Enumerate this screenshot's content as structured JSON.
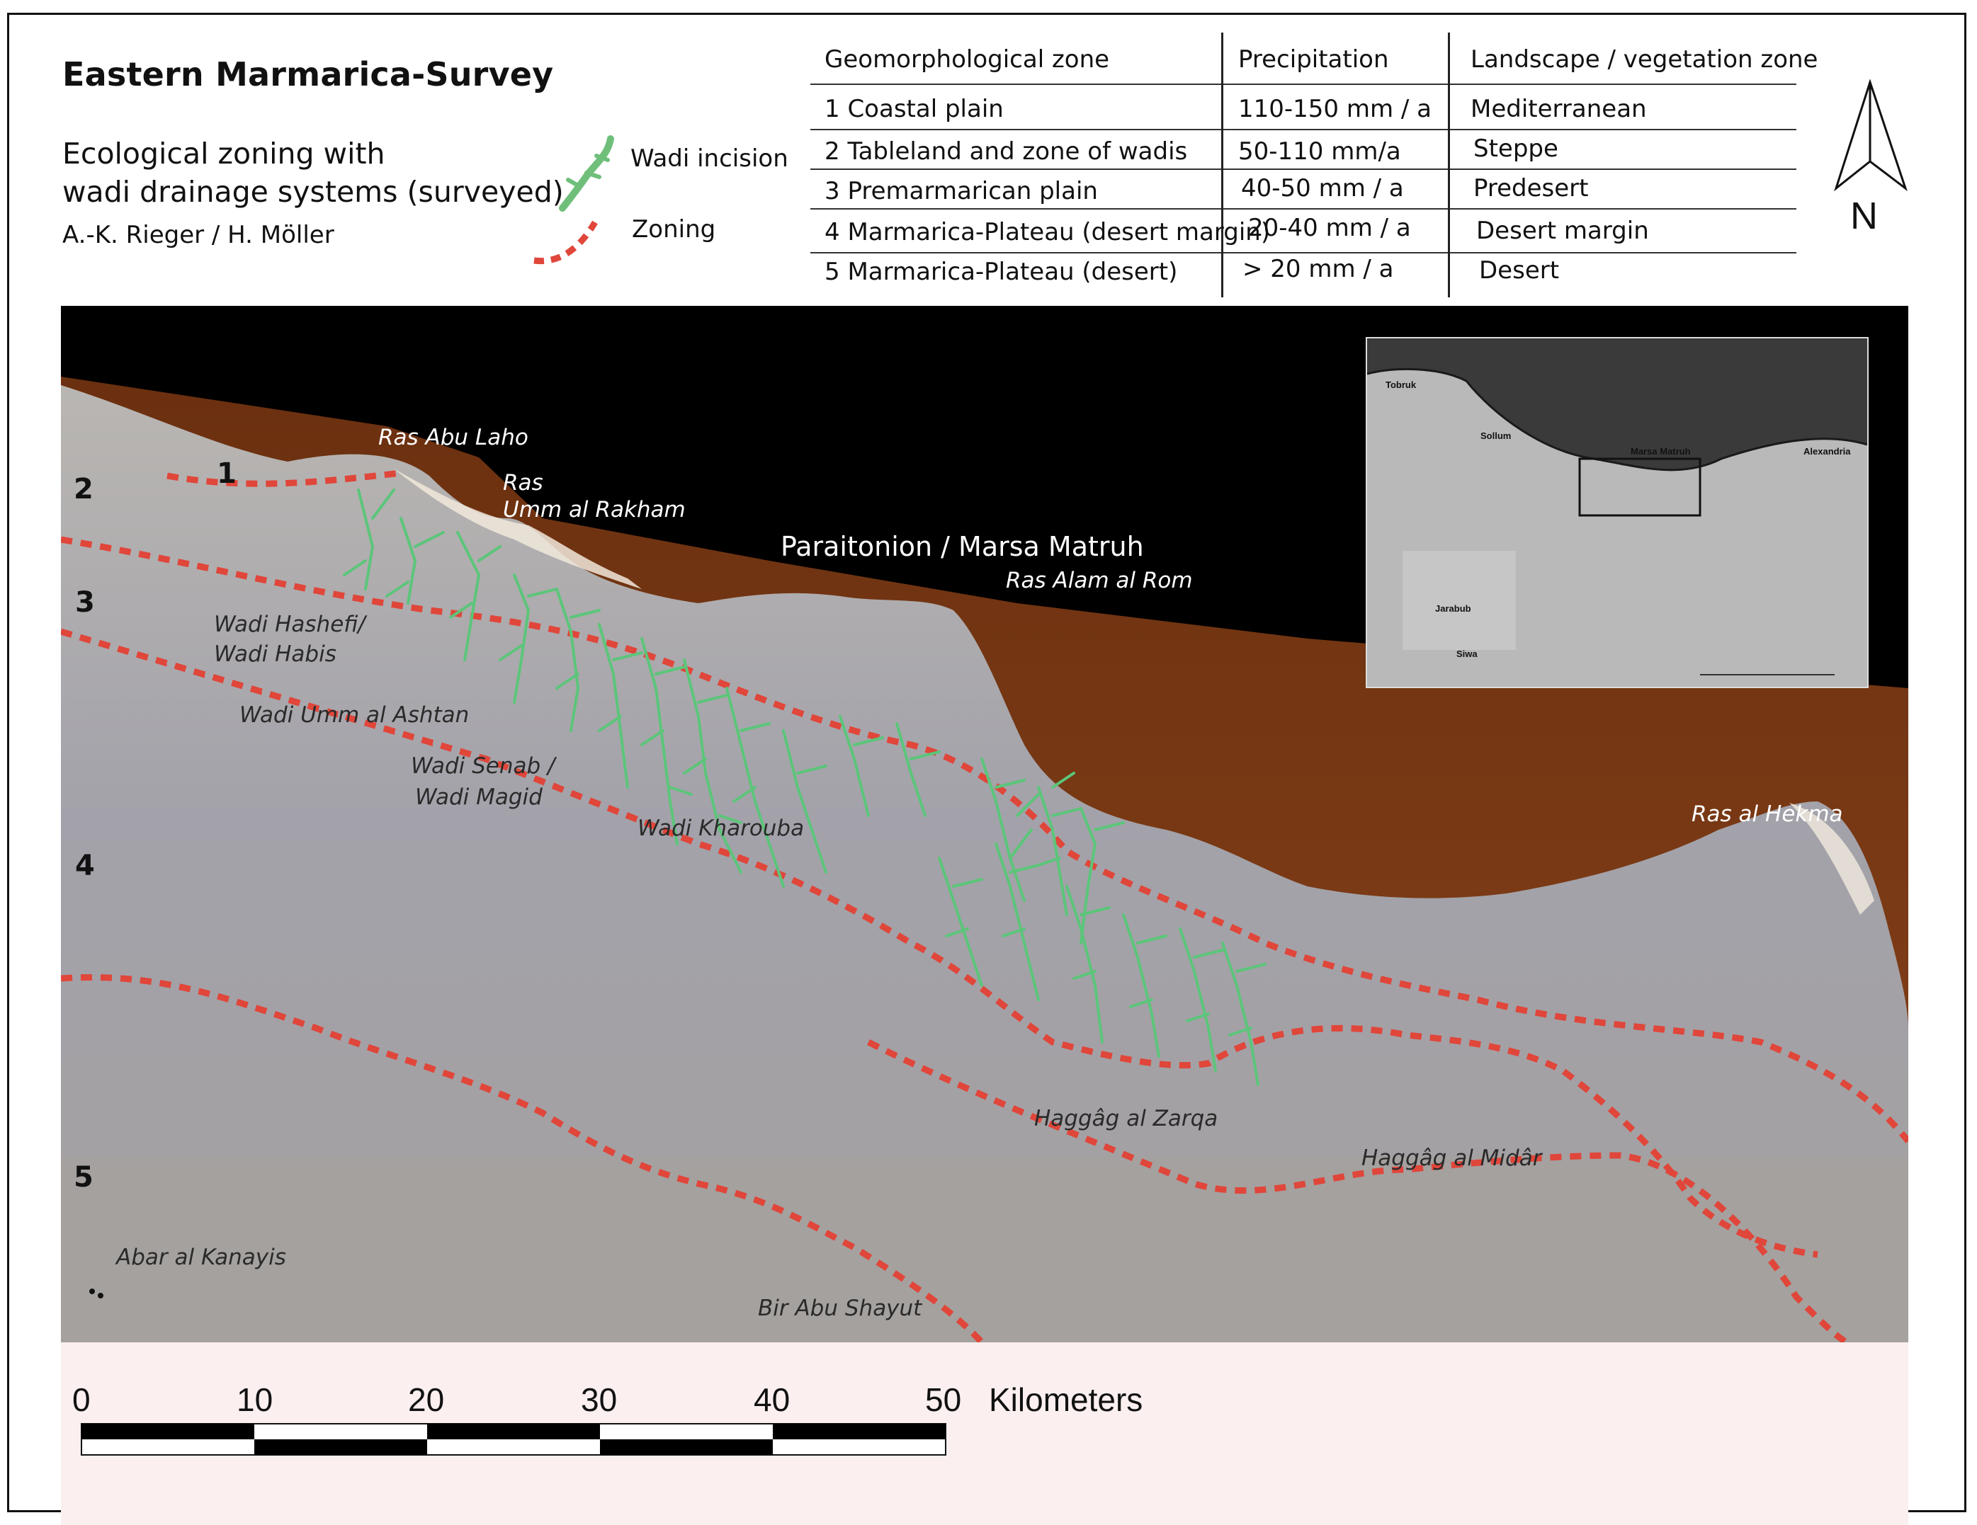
{
  "header": {
    "title": "Eastern Marmarica-Survey",
    "subtitle_line1": "Ecological zoning with",
    "subtitle_line2": "wadi drainage systems (surveyed)",
    "authors": "A.-K. Rieger / H. Möller"
  },
  "legend": {
    "wadi_label": "Wadi incision",
    "zoning_label": "Zoning",
    "wadi_color": "#6fbf7a",
    "zoning_color": "#e0463a"
  },
  "zone_table": {
    "headers": [
      "Geomorphological zone",
      "Precipitation",
      "Landscape / vegetation zone"
    ],
    "rows": [
      {
        "zone": "1 Coastal plain",
        "precip": "110-150 mm / a",
        "landscape": "Mediterranean"
      },
      {
        "zone": "2 Tableland and zone of wadis",
        "precip": "50-110 mm/a",
        "landscape": "Steppe"
      },
      {
        "zone": "3 Premarmarican plain",
        "precip": "40-50 mm / a",
        "landscape": "Predesert"
      },
      {
        "zone": "4 Marmarica-Plateau (desert margin)",
        "precip": "20-40 mm / a",
        "landscape": "Desert margin"
      },
      {
        "zone": "5 Marmarica-Plateau (desert)",
        "precip": "> 20 mm / a",
        "landscape": "Desert"
      }
    ]
  },
  "north_arrow": {
    "label": "N"
  },
  "map": {
    "sea_color": "#7a3a12",
    "land_color": "#a7a7ab",
    "zone_numbers": [
      "1",
      "2",
      "3",
      "4",
      "5"
    ],
    "places": {
      "ras_abu_laho": "Ras Abu Laho",
      "ras_umm_1": "Ras",
      "ras_umm_2": "Umm al Rakham",
      "paraitonion": "Paraitonion / Marsa Matruh",
      "ras_alam": "Ras Alam al Rom",
      "wadi_hashefi_1": "Wadi Hashefi/",
      "wadi_hashefi_2": "Wadi Habis",
      "wadi_umm_ashtan": "Wadi Umm al Ashtan",
      "wadi_senab_1": "Wadi Senab /",
      "wadi_senab_2": "Wadi Magid",
      "wadi_kharouba": "Wadi Kharouba",
      "ras_hekma": "Ras  al Hekma",
      "haggag_zarqa": "Haggâg al Zarqa",
      "haggag_midar": "Haggâg al Midâr",
      "abar_kanayis": "Abar al Kanayis",
      "bir_abu_shayut": "Bir Abu Shayut"
    },
    "inset": {
      "tobruk": "Tobruk",
      "sollum": "Sollum",
      "marsa_matruh": "Marsa Matruh",
      "alexandria": "Alexandria",
      "jarabub": "Jarabub",
      "siwa": "Siwa"
    }
  },
  "scale_bar": {
    "ticks": [
      "0",
      "10",
      "20",
      "30",
      "40",
      "50"
    ],
    "unit": "Kilometers"
  }
}
